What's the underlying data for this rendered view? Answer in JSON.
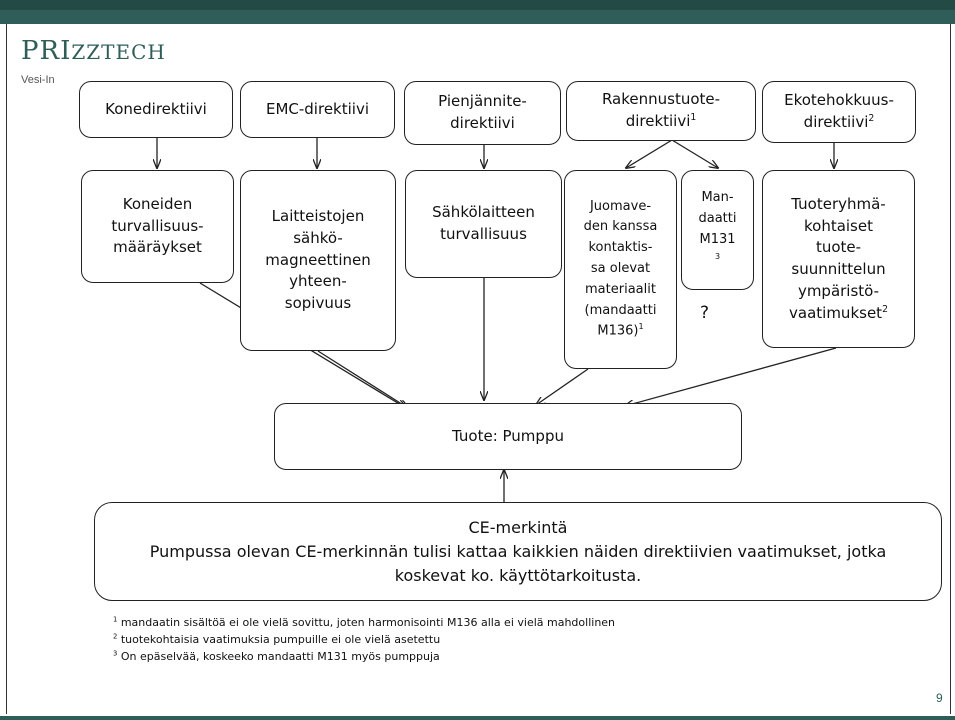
{
  "logo": {
    "first": "P",
    "rest_big": "RI",
    "rest_small": "ZZTECH"
  },
  "subtitle": "Vesi-In",
  "top": [
    {
      "text": "Konedirektiivi"
    },
    {
      "text": "EMC-direktiivi"
    },
    {
      "text": "Pienjännite-\ndirektiivi"
    },
    {
      "text": "Rakennustuote-\ndirektiivi",
      "sup": "1"
    },
    {
      "text": "Ekotehokkuus-\ndirektiivi",
      "sup": "2"
    }
  ],
  "mid": [
    {
      "text": "Koneiden\nturvallisuus-\nmääräykset"
    },
    {
      "text": "Laitteistojen\nsähkö-\nmagneettinen\nyhteen-\nsopivuus"
    },
    {
      "text": "Sähkölaitteen\nturvallisuus"
    },
    {
      "text": "Juomave-\nden kanssa\nkontaktis-\nsa olevat\nmateriaalit\n(mandaatti\nM136)",
      "sup": "1"
    },
    {
      "text": "Man-\ndaatti\nM131",
      "sub": "3"
    },
    {
      "text": "Tuoteryhmä-\nkohtaiset\ntuote-\nsuunnittelun\nympäristö-\nvaatimukset",
      "sup": "2"
    }
  ],
  "question": "?",
  "product": "Tuote: Pumppu",
  "ce": {
    "title": "CE-merkintä",
    "body": "Pumpussa olevan CE-merkinnän tulisi kattaa kaikkien näiden direktiivien vaatimukset, jotka\nkoskevat ko. käyttötarkoitusta."
  },
  "notes": [
    {
      "num": "1",
      "text": " mandaatin sisältöä ei ole vielä sovittu, joten harmonisointi M136 alla ei vielä mahdollinen"
    },
    {
      "num": "2",
      "text": " tuotekohtaisia vaatimuksia pumpuille ei ole vielä asetettu"
    },
    {
      "num": "3",
      "text": " On epäselvää, koskeeko mandaatti M131 myös pumppuja"
    }
  ],
  "page_number": "9",
  "colors": {
    "accent": "#2f5d58"
  }
}
